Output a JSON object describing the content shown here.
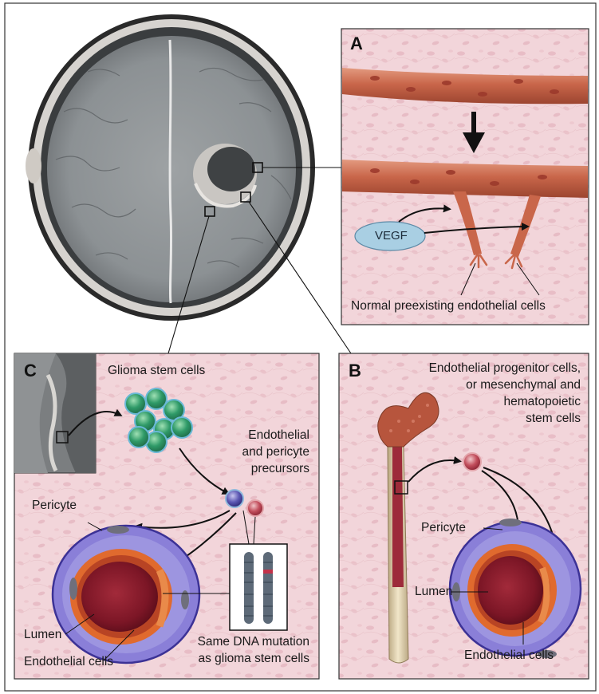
{
  "figure": {
    "panel_a": {
      "letter": "A",
      "vegf_label": "VEGF",
      "caption": "Normal preexisting endothelial cells"
    },
    "panel_b": {
      "letter": "B",
      "source_lines": [
        "Endothelial progenitor cells,",
        "or mesenchymal and",
        "hematopoietic",
        "stem cells"
      ],
      "pericyte": "Pericyte",
      "lumen": "Lumen",
      "endothelial": "Endothelial cells"
    },
    "panel_c": {
      "letter": "C",
      "glioma": "Glioma stem cells",
      "precursor_lines": [
        "Endothelial",
        "and pericyte",
        "precursors"
      ],
      "pericyte": "Pericyte",
      "lumen": "Lumen",
      "endothelial": "Endothelial cells",
      "mutation_lines": [
        "Same DNA mutation",
        "as glioma stem cells"
      ]
    },
    "colors": {
      "tissue": "#f1d3d8",
      "vessel": "#c9664a",
      "pericyte": "#7f7fd0",
      "lumen": "#8e1f2e",
      "vegf": "#a9cfe3",
      "frame": "#333333"
    }
  }
}
